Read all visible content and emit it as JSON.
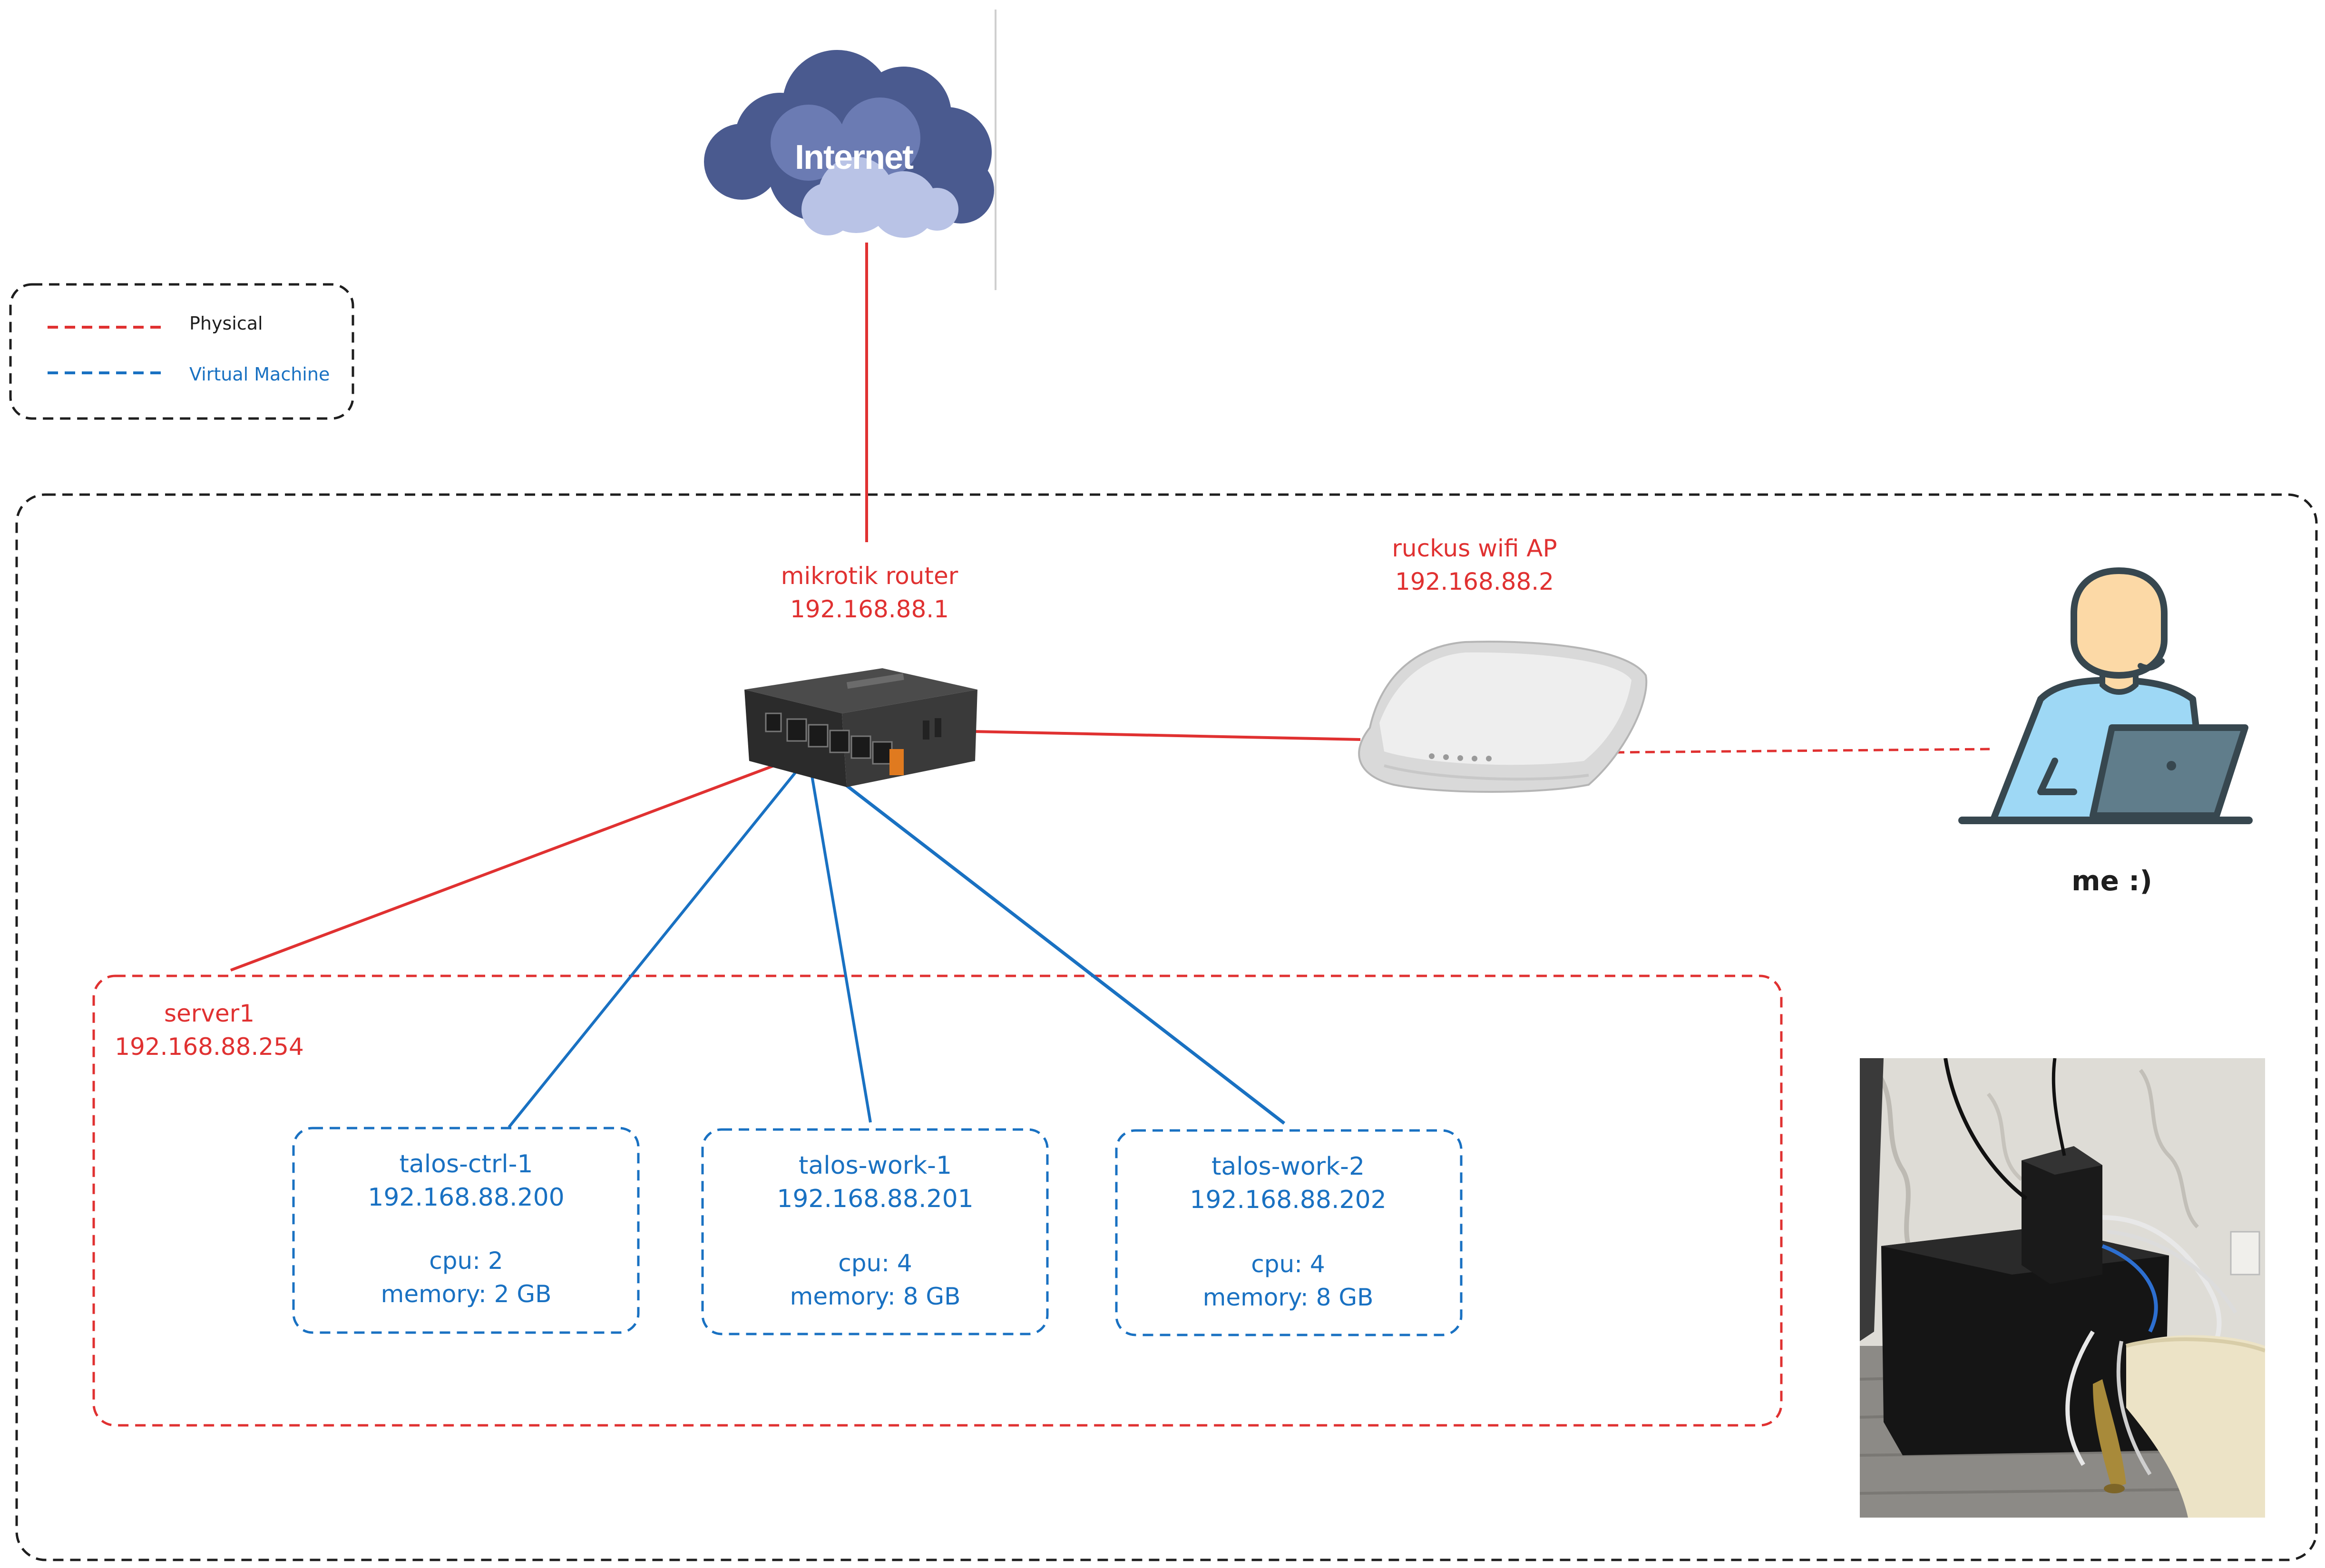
{
  "colors": {
    "physical": "#e03131",
    "virtual": "#1971c2",
    "frame": "#1e1e1e"
  },
  "internet": {
    "label": "Internet",
    "icon": "cloud-icon"
  },
  "legend": {
    "physical": "Physical",
    "virtual": "Virtual Machine"
  },
  "router": {
    "name": "mikrotik router",
    "ip": "192.168.88.1",
    "icon": "router-icon"
  },
  "wifi_ap": {
    "name": "ruckus wifi AP",
    "ip": "192.168.88.2",
    "icon": "wifi-ap-icon"
  },
  "user": {
    "label": "me :)",
    "icon": "person-laptop-icon"
  },
  "server": {
    "name": "server1",
    "ip": "192.168.88.254"
  },
  "vms": [
    {
      "name": "talos-ctrl-1",
      "ip": "192.168.88.200",
      "cpu": "cpu: 2",
      "memory": "memory: 2 GB"
    },
    {
      "name": "talos-work-1",
      "ip": "192.168.88.201",
      "cpu": "cpu: 4",
      "memory": "memory: 8 GB"
    },
    {
      "name": "talos-work-2",
      "ip": "192.168.88.202",
      "cpu": "cpu: 4",
      "memory": "memory: 8 GB"
    }
  ],
  "photo": {
    "icon": "server-photo"
  }
}
